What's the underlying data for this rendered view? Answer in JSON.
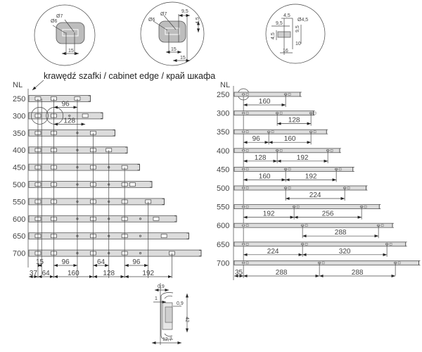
{
  "cabinet_edge_label": "krawędź szafki / cabinet edge / край шкафа",
  "left_diagram": {
    "axis_label": "NL",
    "rows": [
      {
        "nl": "250",
        "length_mm": 250,
        "slots": [
          37,
          101,
          197
        ],
        "dots": []
      },
      {
        "nl": "300",
        "length_mm": 300,
        "slots": [
          37,
          101,
          229
        ],
        "dots": [
          165
        ]
      },
      {
        "nl": "350",
        "length_mm": 350,
        "slots": [
          37,
          101,
          261
        ],
        "dots": [
          197
        ]
      },
      {
        "nl": "400",
        "length_mm": 400,
        "slots": [
          37,
          101,
          261,
          325
        ],
        "dots": [
          197
        ]
      },
      {
        "nl": "450",
        "length_mm": 450,
        "slots": [
          37,
          101,
          261,
          389
        ],
        "dots": [
          197,
          325
        ]
      },
      {
        "nl": "500",
        "length_mm": 500,
        "slots": [
          37,
          101,
          261,
          389,
          421
        ],
        "dots": [
          197,
          325
        ]
      },
      {
        "nl": "550",
        "length_mm": 550,
        "slots": [
          37,
          101,
          261,
          389,
          485
        ],
        "dots": [
          197,
          325
        ]
      },
      {
        "nl": "600",
        "length_mm": 600,
        "slots": [
          37,
          101,
          261,
          389,
          517
        ],
        "dots": [
          197,
          325,
          453
        ]
      },
      {
        "nl": "650",
        "length_mm": 650,
        "slots": [
          37,
          101,
          261,
          389,
          549
        ],
        "dots": [
          197,
          325,
          453
        ]
      },
      {
        "nl": "700",
        "length_mm": 700,
        "slots": [
          37,
          101,
          261,
          389,
          581
        ],
        "dots": [
          197,
          325,
          453
        ]
      }
    ],
    "row_dims": [
      {
        "row": 1,
        "side": "above",
        "from": 101,
        "to": 197,
        "label": "96"
      },
      {
        "row": 1,
        "side": "below",
        "from": 101,
        "to": 229,
        "label": "128"
      }
    ],
    "bottom_dims_1": [
      {
        "from": 37,
        "to": 52,
        "label": "15"
      },
      {
        "from": 101,
        "to": 197,
        "label": "96"
      },
      {
        "from": 261,
        "to": 325,
        "label": "64"
      },
      {
        "from": 389,
        "to": 485,
        "label": "96"
      }
    ],
    "bottom_dims_2": [
      {
        "from": 0,
        "to": 37,
        "label": "37"
      },
      {
        "from": 37,
        "to": 101,
        "label": "64"
      },
      {
        "from": 101,
        "to": 261,
        "label": "160"
      },
      {
        "from": 261,
        "to": 389,
        "label": "128"
      },
      {
        "from": 389,
        "to": 581,
        "label": "192"
      }
    ]
  },
  "right_diagram": {
    "axis_label": "NL",
    "rows": [
      {
        "nl": "250",
        "length_mm": 250,
        "holes": [
          35,
          195
        ],
        "dims": [
          {
            "from": 35,
            "to": 195,
            "label": "160"
          }
        ]
      },
      {
        "nl": "300",
        "length_mm": 300,
        "holes": [
          35,
          163,
          291
        ],
        "dims": [
          {
            "from": 163,
            "to": 291,
            "label": "128"
          }
        ]
      },
      {
        "nl": "350",
        "length_mm": 350,
        "holes": [
          35,
          131,
          291
        ],
        "dims": [
          {
            "from": 35,
            "to": 131,
            "label": "96"
          },
          {
            "from": 131,
            "to": 291,
            "label": "160"
          }
        ]
      },
      {
        "nl": "400",
        "length_mm": 400,
        "holes": [
          35,
          163,
          355
        ],
        "dims": [
          {
            "from": 35,
            "to": 163,
            "label": "128"
          },
          {
            "from": 163,
            "to": 355,
            "label": "192"
          }
        ]
      },
      {
        "nl": "450",
        "length_mm": 450,
        "holes": [
          35,
          195,
          387
        ],
        "dims": [
          {
            "from": 35,
            "to": 195,
            "label": "160"
          },
          {
            "from": 195,
            "to": 387,
            "label": "192"
          }
        ]
      },
      {
        "nl": "500",
        "length_mm": 500,
        "holes": [
          35,
          195,
          419
        ],
        "dims": [
          {
            "from": 195,
            "to": 419,
            "label": "224"
          }
        ]
      },
      {
        "nl": "550",
        "length_mm": 550,
        "holes": [
          35,
          227,
          483
        ],
        "dims": [
          {
            "from": 35,
            "to": 227,
            "label": "192"
          },
          {
            "from": 227,
            "to": 483,
            "label": "256"
          }
        ]
      },
      {
        "nl": "600",
        "length_mm": 600,
        "holes": [
          35,
          259,
          547
        ],
        "dims": [
          {
            "from": 259,
            "to": 547,
            "label": "288"
          }
        ]
      },
      {
        "nl": "650",
        "length_mm": 650,
        "holes": [
          35,
          259,
          579
        ],
        "dims": [
          {
            "from": 35,
            "to": 259,
            "label": "224"
          },
          {
            "from": 259,
            "to": 579,
            "label": "320"
          }
        ]
      },
      {
        "nl": "700",
        "length_mm": 700,
        "holes": [
          35,
          323,
          611
        ],
        "dims": [
          {
            "from": 0,
            "to": 35,
            "label": "35"
          },
          {
            "from": 35,
            "to": 323,
            "label": "288"
          },
          {
            "from": 323,
            "to": 611,
            "label": "288"
          }
        ]
      }
    ]
  },
  "detail_1": {
    "d7": "Ø7",
    "d6": "Ø6",
    "dim15": "15"
  },
  "detail_2": {
    "d7": "Ø7",
    "d6": "Ø6",
    "dim9_5": "9,5",
    "dim4_5": "4,5",
    "dim15a": "15",
    "dim15b": "15"
  },
  "detail_3": {
    "dim4_5_top": "4,5",
    "dim9_5": "9,5",
    "d4_5": "Ø4,5",
    "dim9_5_v": "9,5",
    "dim4_5_left": "4,5",
    "dim10": "10",
    "dim16": "16"
  },
  "profile": {
    "dim0_9_top": "0,9",
    "dim1": "1",
    "dim0_9_right": "0,9",
    "height": "42",
    "width": "12,7"
  }
}
